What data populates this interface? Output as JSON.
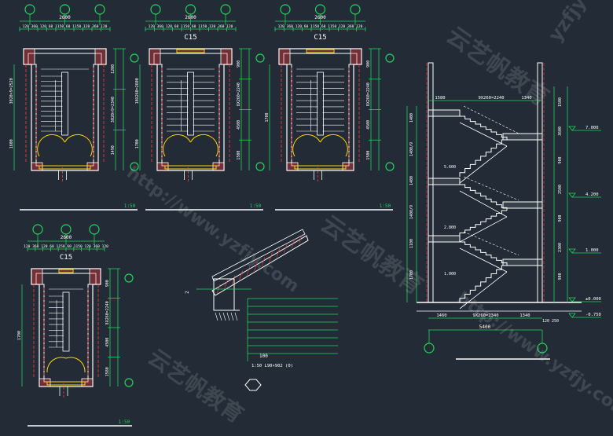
{
  "colors": {
    "background": "#222b36",
    "wall": "#ffffff",
    "dim": "#22d45a",
    "axis": "#22d45a",
    "center": "#ff3a3a",
    "door": "#ffd700",
    "text": "#ffffff",
    "cyan": "#3fe0e0"
  },
  "plans": [
    {
      "label": "",
      "dims_top": "2600",
      "dims_sub": "120 360 120 60 1150 60 1150 120 360 120",
      "scale": "1:50",
      "left_dims": [
        "3020×9=2520",
        "1600"
      ],
      "right_dims": [
        "1200",
        "3020×9=2340",
        "1490"
      ]
    },
    {
      "label": "C15",
      "dims_top": "2600",
      "dims_sub": "120 360 120 60 1150 60 1150 120 360 120",
      "scale": "1:50",
      "left_dims": [
        "10X260=2600",
        "1700"
      ],
      "right_dims": [
        "900",
        "8X260=2240",
        "4500",
        "1500"
      ]
    },
    {
      "label": "C15",
      "dims_top": "2600",
      "dims_sub": "120 360 120 60 1150 60 1150 120 360 120",
      "scale": "1:50",
      "left_dims": [
        "1700"
      ],
      "right_dims": [
        "900",
        "8X260=2240",
        "4500",
        "1500"
      ]
    },
    {
      "label": "C15",
      "dims_top": "2600",
      "dims_sub": "120 360 120 60 1150 60 1150 120 360 120",
      "scale": "1:50",
      "left_dims": [
        "1700"
      ],
      "right_dims": [
        "900",
        "8X260=2240",
        "4500",
        "1580"
      ]
    }
  ],
  "detail": {
    "scale_note": "1:50  L90×902  (0)",
    "dim": "100"
  },
  "section": {
    "top_labels": [
      "1580",
      "9X260=2240",
      "1340"
    ],
    "bottom_labels": [
      "1460",
      "9X260=2340",
      "1340",
      "5400"
    ],
    "elevations": [
      "7.000",
      "4.200",
      "1.000",
      "±0.000",
      "-0.750"
    ],
    "mid_marks": [
      "5.600",
      "2.800",
      "1.000"
    ],
    "left_dims": [
      "1400",
      "1400/9",
      "1400",
      "1400/9",
      "1100",
      "1700"
    ],
    "right_dims": [
      "1500",
      "3600",
      "900",
      "2500",
      "900",
      "2300",
      "900"
    ],
    "bottom_sub": "120  250"
  },
  "watermarks": [
    "云艺帆教育",
    "http://www.yzfjy.com",
    "yzfjy"
  ]
}
